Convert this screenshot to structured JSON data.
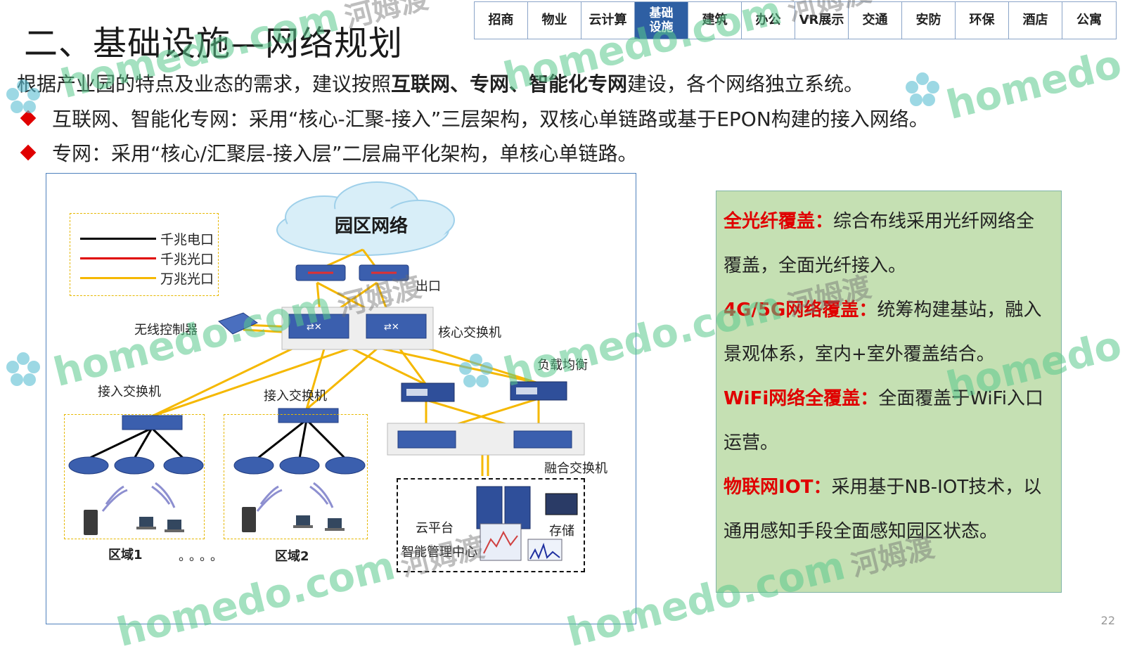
{
  "title": "二、基础设施—网络规划",
  "nav": {
    "tabs": [
      {
        "label": "招商",
        "active": false
      },
      {
        "label": "物业",
        "active": false
      },
      {
        "label": "云计算",
        "active": false
      },
      {
        "label": "基础\n设施",
        "active": true
      },
      {
        "label": "建筑",
        "active": false
      },
      {
        "label": "办公",
        "active": false
      },
      {
        "label": "VR展示",
        "active": false
      },
      {
        "label": "交通",
        "active": false
      },
      {
        "label": "安防",
        "active": false
      },
      {
        "label": "环保",
        "active": false
      },
      {
        "label": "酒店",
        "active": false
      },
      {
        "label": "公寓",
        "active": false
      }
    ]
  },
  "intro": {
    "before": "根据产业园的特点及业态的需求，建议按照",
    "bold": "互联网、专网、智能化专网",
    "after": "建设，各个网络独立系统。"
  },
  "bullets": [
    "互联网、智能化专网：采用“核心-汇聚-接入”三层架构，双核心单链路或基于EPON构建的接入网络。",
    "专网：采用“核心/汇聚层-接入层”二层扁平化架构，单核心单链路。"
  ],
  "diagram": {
    "legend": [
      {
        "label": "千兆电口",
        "color": "#000000"
      },
      {
        "label": "千兆光口",
        "color": "#e00000"
      },
      {
        "label": "万兆光口",
        "color": "#f5b800"
      }
    ],
    "cloud_label": "园区网络",
    "labels": {
      "exit": "出口",
      "core_switch": "核心交换机",
      "wireless_controller": "无线控制器",
      "load_balancer": "负载均衡",
      "access_switch_1": "接入交换机",
      "access_switch_2": "接入交换机",
      "fusion_switch": "融合交换机",
      "cloud_platform": "云平台",
      "storage": "存储",
      "mgmt_center": "智能管理中心",
      "zone1": "区域1",
      "zone2": "区域2",
      "dots": "。。。。"
    }
  },
  "panel": {
    "items": [
      {
        "highlight": "全光纤覆盖：",
        "text": "综合布线采用光纤网络全覆盖，全面光纤接入。"
      },
      {
        "highlight": "4G/5G网络覆盖：",
        "text": "统筹构建基站，融入景观体系，室内+室外覆盖结合。"
      },
      {
        "highlight": "WiFi网络全覆盖：",
        "text": "全面覆盖于WiFi入口运营。"
      },
      {
        "highlight": "物联网IOT：",
        "text": "采用基于NB-IOT技术，以通用感知手段全面感知园区状态。"
      }
    ]
  },
  "watermark": {
    "text": "homedo.com",
    "cn": "河姆渡"
  },
  "page_number": "22",
  "colors": {
    "accent": "#2e5fa3",
    "bullet": "#e00000",
    "highlight": "#e00000",
    "panel_bg": "#c5e0b3"
  }
}
